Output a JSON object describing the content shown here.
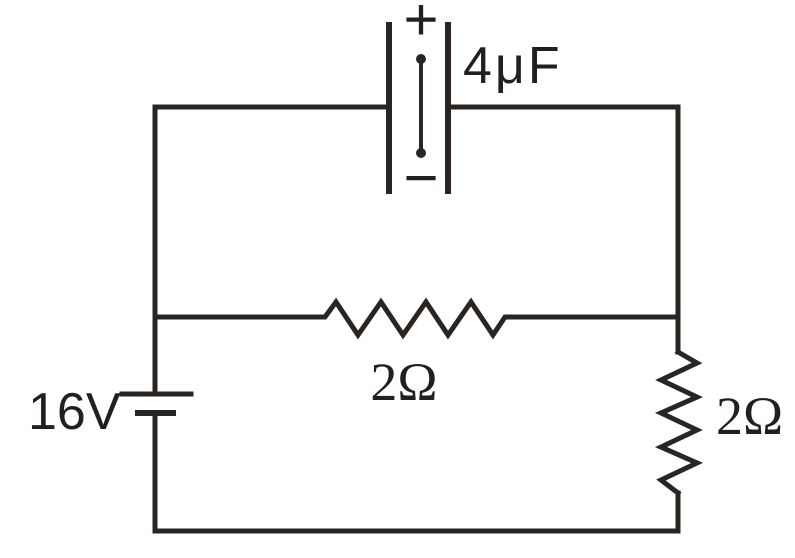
{
  "colors": {
    "background": "#ffffff",
    "wire": "#2b2522",
    "text": "#231f20"
  },
  "circuit": {
    "type": "circuit-diagram",
    "capacitor": {
      "label": "4μF",
      "polarity_positive": "+",
      "polarity_negative": "−"
    },
    "battery": {
      "label": "16V"
    },
    "resistor_middle": {
      "label": "2Ω"
    },
    "resistor_right": {
      "label": "2Ω"
    }
  }
}
